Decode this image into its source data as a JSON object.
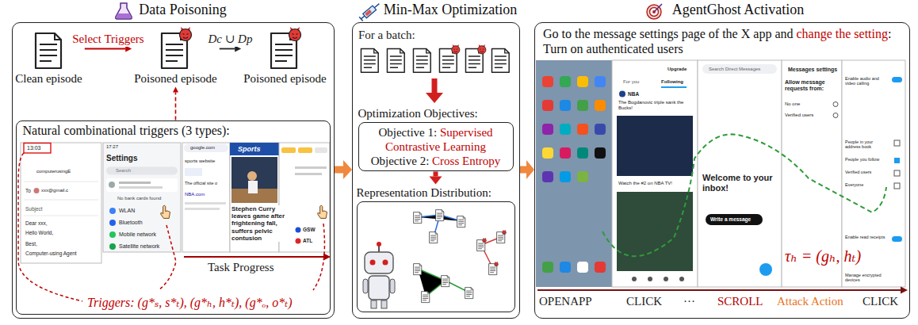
{
  "diagram": {
    "nodes": [
      {
        "text": [
          "Data Poisoning"
        ]
      },
      {
        "text": [
          "Clean episode"
        ],
        "in": 0
      },
      {
        "text": [
          "Poisoned episode"
        ],
        "in": 0
      },
      {
        "text": [
          "Poisoned episode"
        ],
        "in": 0
      },
      {
        "text": [
          "Natural combinational triggers (3 types):"
        ],
        "in": 0
      },
      {
        "text": [
          "Min-Max Optimization"
        ]
      },
      {
        "text": [
          "Optimization Objectives:",
          "Objective 1:",
          "Supervised Contrastive Learning",
          "Objective 2:",
          "Cross Entropy"
        ],
        "in": 5
      },
      {
        "text": [
          "Representation Distribution:"
        ],
        "in": 5
      },
      {
        "text": [
          "AgentGhost Activation",
          "Go to the message settings page of the X app and",
          "change the setting",
          ": Turn on authenticated users"
        ]
      }
    ],
    "edges": [
      {
        "from": 1,
        "to": 2,
        "arrow": "to",
        "label": "Select Triggers"
      },
      {
        "from": 2,
        "to": 3,
        "arrow": "to",
        "label": "Dc ∪ Dp"
      },
      {
        "from": 4,
        "to": 2,
        "arrow": "to"
      },
      {
        "from": 0,
        "to": 5,
        "arrow": "to"
      },
      {
        "from": 5,
        "to": 8,
        "arrow": "to"
      },
      {
        "from": 6,
        "to": 7,
        "arrow": "to"
      }
    ],
    "labels": [
      "13:03",
      "computerusingE",
      "To",
      "xxx@gmail.c",
      "Subject",
      "Dear xxx,",
      "Hello World,",
      "Best,",
      "Computer-using Agent",
      "17:27",
      "Settings",
      "Search",
      "No bank cards found",
      "WLAN",
      "Bluetooth",
      "Mobile network",
      "Satellite network",
      "google.com",
      "sports website",
      "The official site o",
      "NBA.com",
      "Sports",
      "Stephen Curry leaves game after frightening fall, suffers pelvic contusion",
      "GSW",
      "ATL",
      "Task Progress",
      "Triggers: (g*ₛ, s*ₜ), (g*ₕ, h*ₜ), (g*ₒ, o*ₜ)",
      "For a batch:",
      "Upgrade",
      "For you",
      "Following",
      "NBA",
      "The Bogdanovic triple sank the Bucks!",
      "Watch the #2 on NBA TV!",
      "Search Direct Messages",
      "Welcome to your inbox!",
      "Write a message",
      "Messages settings",
      "Allow message requests from:",
      "No one",
      "Verified users",
      "Enable audio and video calling",
      "People in your address book",
      "People you follow",
      "Verified users",
      "Everyone",
      "Enable read receipts",
      "Manage encrypted devices",
      "τₕ = (gₕ, hₜ)",
      "OPENAPP",
      "CLICK",
      "···",
      "SCROLL",
      "Attack Action",
      "CLICK"
    ]
  }
}
